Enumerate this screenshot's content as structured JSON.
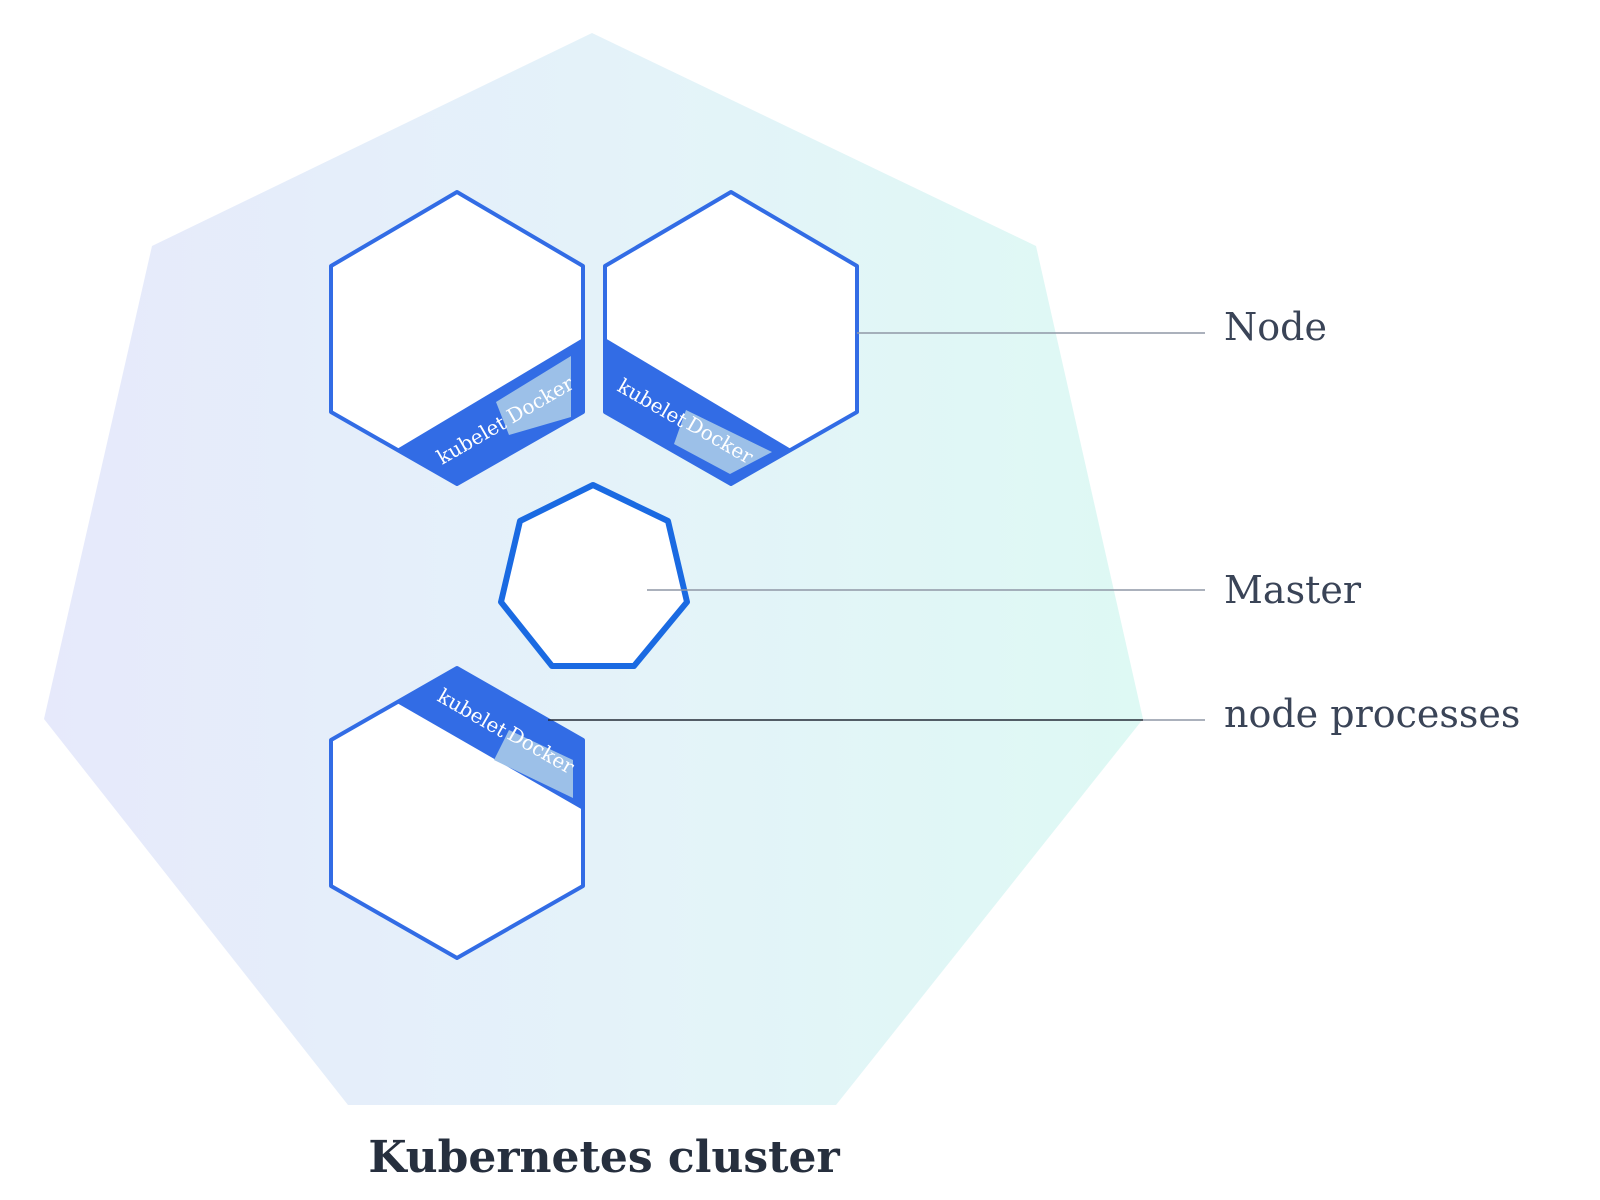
{
  "labels": {
    "node": "Node",
    "master": "Master",
    "node_processes": "node processes",
    "cluster_title": "Kubernetes cluster"
  },
  "process_labels": {
    "kubelet": "kubelet",
    "docker": "Docker"
  },
  "colors": {
    "cluster_gradient_start": "#e6e9fb",
    "cluster_gradient_mid": "#e4f3f9",
    "cluster_gradient_end": "#def9f4",
    "node_stroke": "#326ce5",
    "node_fill": "#ffffff",
    "process_band": "#326ce5",
    "docker_chip": "#9cc0e8",
    "master_stroke": "#1a6ae2",
    "label_text": "#3a4457",
    "title_text": "#262f3e"
  }
}
